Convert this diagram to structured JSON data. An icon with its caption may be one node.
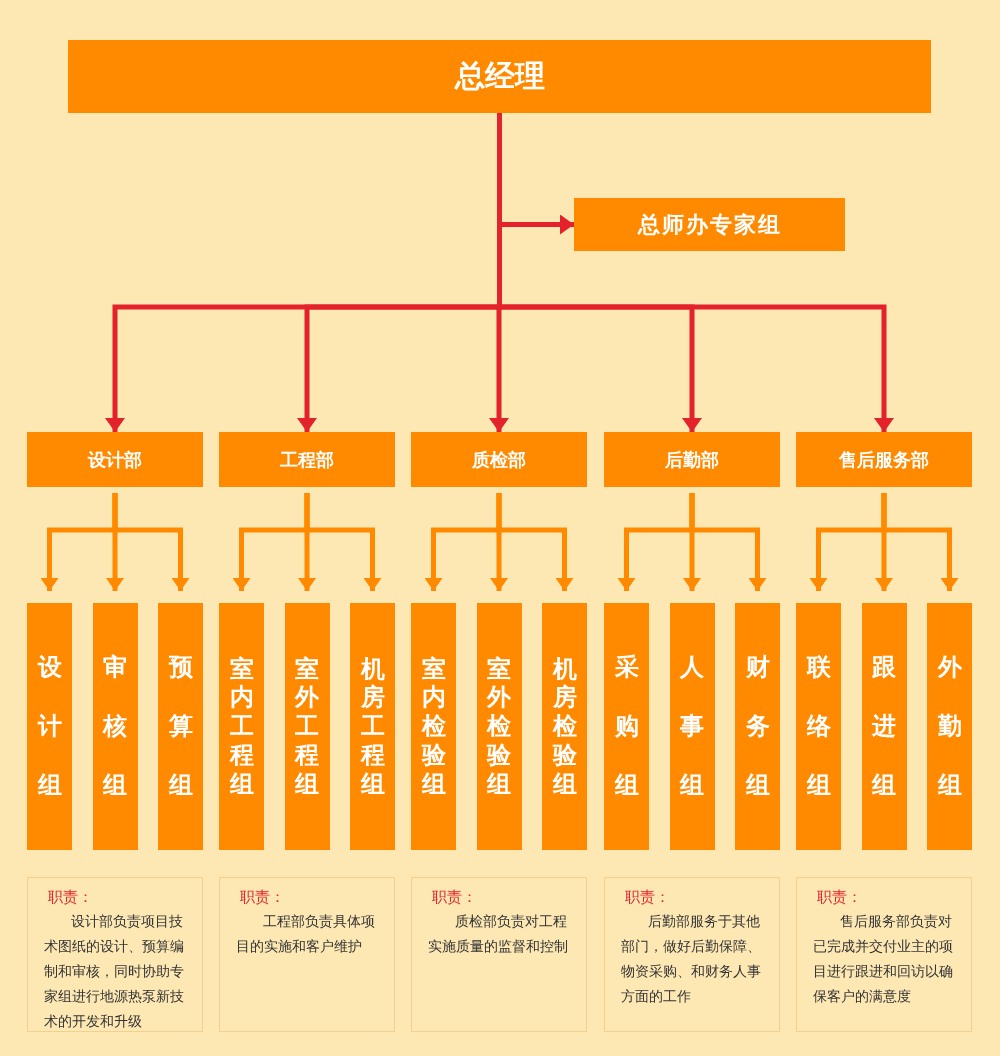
{
  "diagram": {
    "nodes": [
      {
        "text": [
          "总经理"
        ]
      },
      {
        "text": [
          "总师办专家组"
        ]
      },
      {
        "text": [
          "设计部"
        ]
      },
      {
        "text": [
          "工程部"
        ]
      },
      {
        "text": [
          "质检部"
        ]
      },
      {
        "text": [
          "后勤部"
        ]
      },
      {
        "text": [
          "售后服务部"
        ]
      },
      {
        "text": [
          "设计组"
        ]
      },
      {
        "text": [
          "审核组"
        ]
      },
      {
        "text": [
          "预算组"
        ]
      },
      {
        "text": [
          "室内工程组"
        ]
      },
      {
        "text": [
          "室外工程组"
        ]
      },
      {
        "text": [
          "机房工程组"
        ]
      },
      {
        "text": [
          "室内检验组"
        ]
      },
      {
        "text": [
          "室外检验组"
        ]
      },
      {
        "text": [
          "机房检验组"
        ]
      },
      {
        "text": [
          "采购组"
        ]
      },
      {
        "text": [
          "人事组"
        ]
      },
      {
        "text": [
          "财务组"
        ]
      },
      {
        "text": [
          "联络组"
        ]
      },
      {
        "text": [
          "跟进组"
        ]
      },
      {
        "text": [
          "外勤组"
        ]
      },
      {
        "text": [
          "职责：",
          "设计部负责项目技术图纸的设计、预算编制和审核，同时协助专家组进行地源热泵新技术的开发和升级"
        ]
      },
      {
        "text": [
          "职责：",
          "工程部负责具体项目的实施和客户维护"
        ]
      },
      {
        "text": [
          "职责：",
          "质检部负责对工程实施质量的监督和控制"
        ]
      },
      {
        "text": [
          "职责：",
          "后勤部服务于其他部门，做好后勤保障、物资采购、和财务人事方面的工作"
        ]
      },
      {
        "text": [
          "职责：",
          "售后服务部负责对已完成并交付业主的项目进行跟进和回访以确保客户的满意度"
        ]
      }
    ],
    "edges": [
      {
        "from": 0,
        "to": 1,
        "arrow": "to",
        "color": "#e3222b"
      },
      {
        "from": 0,
        "to": 2,
        "arrow": "to",
        "color": "#e3222b"
      },
      {
        "from": 0,
        "to": 3,
        "arrow": "to",
        "color": "#e3222b"
      },
      {
        "from": 0,
        "to": 4,
        "arrow": "to",
        "color": "#e3222b"
      },
      {
        "from": 0,
        "to": 5,
        "arrow": "to",
        "color": "#e3222b"
      },
      {
        "from": 0,
        "to": 6,
        "arrow": "to",
        "color": "#e3222b"
      },
      {
        "from": 2,
        "to": 7,
        "arrow": "to"
      },
      {
        "from": 2,
        "to": 8,
        "arrow": "to"
      },
      {
        "from": 2,
        "to": 9,
        "arrow": "to"
      },
      {
        "from": 3,
        "to": 10,
        "arrow": "to"
      },
      {
        "from": 3,
        "to": 11,
        "arrow": "to"
      },
      {
        "from": 3,
        "to": 12,
        "arrow": "to"
      },
      {
        "from": 4,
        "to": 13,
        "arrow": "to"
      },
      {
        "from": 4,
        "to": 14,
        "arrow": "to"
      },
      {
        "from": 4,
        "to": 15,
        "arrow": "to"
      },
      {
        "from": 5,
        "to": 16,
        "arrow": "to"
      },
      {
        "from": 5,
        "to": 17,
        "arrow": "to"
      },
      {
        "from": 5,
        "to": 18,
        "arrow": "to"
      },
      {
        "from": 6,
        "to": 19,
        "arrow": "to"
      },
      {
        "from": 6,
        "to": 20,
        "arrow": "to"
      },
      {
        "from": 6,
        "to": 21,
        "arrow": "to"
      }
    ]
  }
}
